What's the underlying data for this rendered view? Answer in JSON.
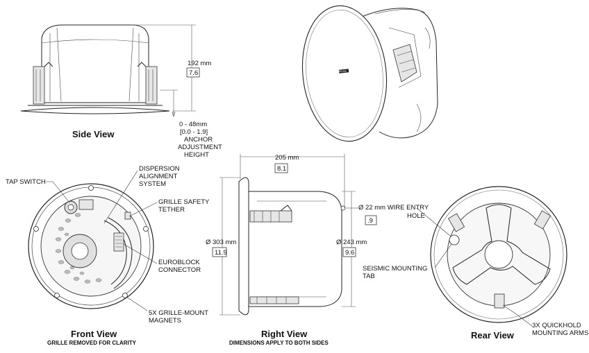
{
  "views": {
    "side": {
      "title": "Side View"
    },
    "front": {
      "title": "Front View",
      "subtitle": "GRILLE REMOVED FOR CLARITY"
    },
    "right": {
      "title": "Right View",
      "subtitle": "DIMENSIONS APPLY TO BOTH SIDES"
    },
    "rear": {
      "title": "Rear View"
    }
  },
  "dimensions": {
    "height_mm": "192 mm",
    "height_in": "7.6",
    "anchor": [
      "0 - 48mm",
      "[0.0 - 1.9]",
      "ANCHOR",
      "ADJUSTMENT",
      "HEIGHT"
    ],
    "depth_mm": "205 mm",
    "depth_in": "8.1",
    "outer_dia_mm": "Ø 303 mm",
    "outer_dia_in": "11.9",
    "cutout_dia_mm": "Ø 243 mm",
    "cutout_dia_in": "9.6",
    "wire_entry": [
      "Ø 22 mm WIRE ENTRY",
      "HOLE"
    ],
    "wire_entry_in": ".9"
  },
  "callouts": {
    "tap_switch": "TAP SWITCH",
    "dispersion": [
      "DISPERSION",
      "ALIGNMENT",
      "SYSTEM"
    ],
    "grille_tether": [
      "GRILLE SAFETY",
      "TETHER"
    ],
    "euroblock": [
      "EUROBLOCK",
      "CONNECTOR"
    ],
    "magnets": [
      "5X GRILLE-MOUNT",
      "MAGNETS"
    ],
    "seismic": [
      "SEISMIC MOUNTING",
      "TAB"
    ],
    "quickhold": [
      "3X QUICKHOLD",
      "MOUNTING ARMS"
    ]
  },
  "brand_mark": "BOSE"
}
